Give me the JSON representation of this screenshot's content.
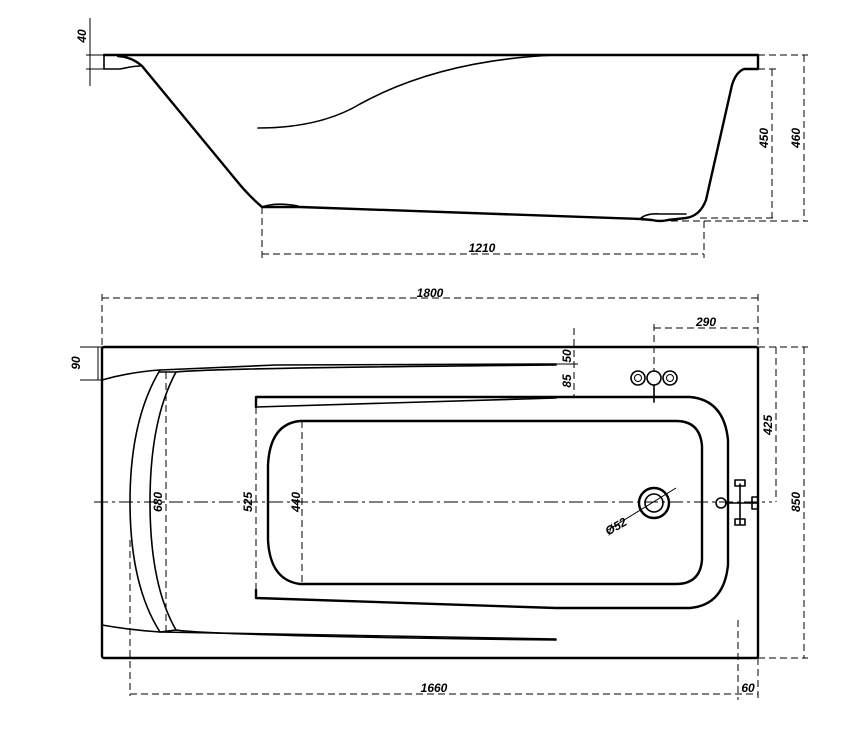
{
  "side_view": {
    "dimensions": {
      "rim_height": "40",
      "inner_depth": "450",
      "total_height": "460",
      "bottom_length": "1210"
    }
  },
  "plan_view": {
    "dimensions": {
      "overall_length": "1800",
      "drain_offset_from_end": "290",
      "rim_width_left": "90",
      "rim_offset_top": "50",
      "inner_offset_top": "85",
      "half_width": "425",
      "overall_width": "850",
      "inner_width_outer": "680",
      "inner_width_mid": "525",
      "inner_width_floor": "440",
      "drain_diameter": "Ø52",
      "inner_length": "1660",
      "rim_width_right": "60"
    }
  }
}
